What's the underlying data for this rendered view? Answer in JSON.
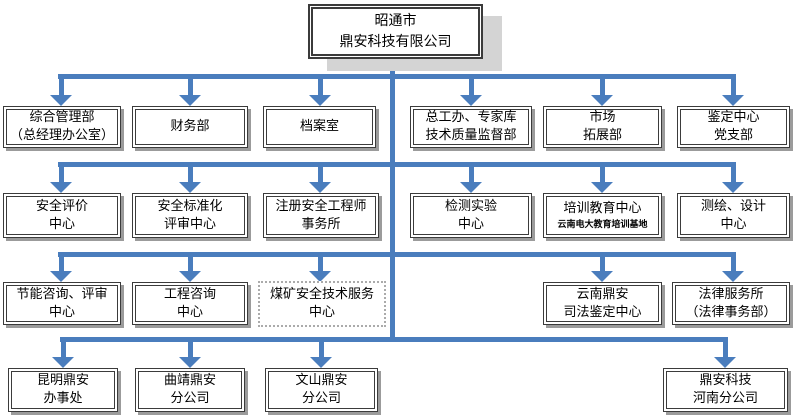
{
  "org": {
    "root": {
      "lines": [
        "昭通市",
        "鼎安科技有限公司"
      ]
    },
    "rows": [
      {
        "nodes": [
          {
            "lines": [
              "综合管理部",
              "（总经理办公室）"
            ]
          },
          {
            "lines": [
              "财务部"
            ]
          },
          {
            "lines": [
              "档案室"
            ]
          },
          {
            "lines": [
              "总工办、专家库",
              "技术质量监督部"
            ]
          },
          {
            "lines": [
              "市场",
              "拓展部"
            ]
          },
          {
            "lines": [
              "鉴定中心",
              "党支部"
            ]
          }
        ]
      },
      {
        "nodes": [
          {
            "lines": [
              "安全评价",
              "中心"
            ]
          },
          {
            "lines": [
              "安全标准化",
              "评审中心"
            ]
          },
          {
            "lines": [
              "注册安全工程师",
              "事务所"
            ]
          },
          {
            "lines": [
              "检测实验",
              "中心"
            ]
          },
          {
            "lines": [
              "培训教育中心"
            ],
            "subtitle": "云南电大教育培训基地"
          },
          {
            "lines": [
              "测绘、设计",
              "中心"
            ]
          }
        ]
      },
      {
        "nodes": [
          {
            "lines": [
              "节能咨询、评审",
              "中心"
            ]
          },
          {
            "lines": [
              "工程咨询",
              "中心"
            ]
          },
          {
            "lines": [
              "煤矿安全技术服务",
              "中心"
            ],
            "border_style": "dotted"
          },
          {
            "lines": [
              "云南鼎安",
              "司法鉴定中心"
            ]
          },
          {
            "lines": [
              "法律服务所",
              "（法律事务部）"
            ]
          }
        ]
      },
      {
        "nodes": [
          {
            "lines": [
              "昆明鼎安",
              "办事处"
            ]
          },
          {
            "lines": [
              "曲靖鼎安",
              "分公司"
            ]
          },
          {
            "lines": [
              "文山鼎安",
              "分公司"
            ]
          },
          {
            "lines": [
              "鼎安科技",
              "河南分公司"
            ]
          }
        ]
      }
    ]
  },
  "colors": {
    "connector": "#4A7DBD",
    "box_border": "#3B3B3B",
    "box_shadow": "#9B9B9B",
    "root_shadow": "#D4D4D4",
    "dotted_border": "#ABABAB",
    "text": "#000000"
  }
}
